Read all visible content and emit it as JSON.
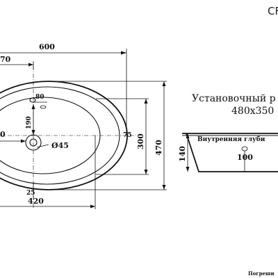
{
  "drawing": {
    "model_code": "CF",
    "dimensions": {
      "width_600": "600",
      "offset_70": "70",
      "left_80": "80",
      "dim_190": "190",
      "dim_0": "0",
      "drain_diameter": "Ø45",
      "rim_75": "75",
      "height_300": "300",
      "height_470": "470",
      "bottom_25": "25",
      "base_420": "420",
      "side_height_140": "140",
      "inner_depth_100": "100"
    },
    "install_title_line1": "Установочный р",
    "install_title_line2": "480x350",
    "inner_depth_label": "Внутренняя глуби",
    "footnote": "Погрешн"
  }
}
